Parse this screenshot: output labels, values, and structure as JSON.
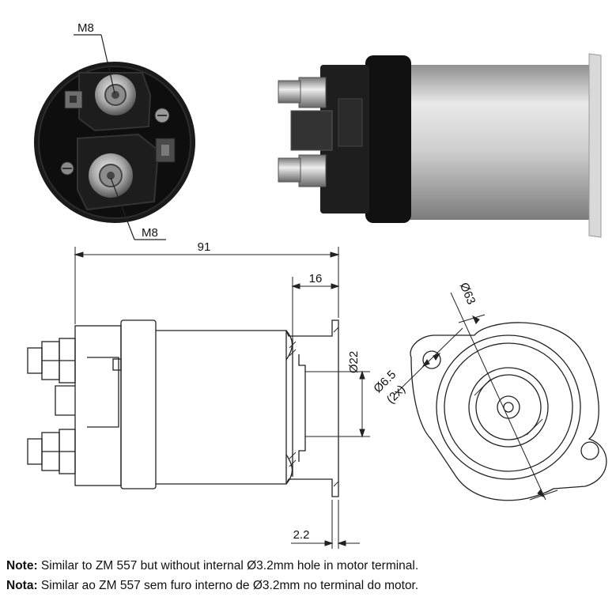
{
  "photo_labels": {
    "top_terminal": "M8",
    "bottom_terminal": "M8"
  },
  "dimensions": {
    "overall_length": "91",
    "flange_depth": "16",
    "bore_diameter": "Ø22",
    "flange_thickness": "2.2",
    "hole_diameter": "Ø6.5",
    "hole_count": "(2x)",
    "body_diameter": "Ø63"
  },
  "notes": [
    {
      "label": "Note:",
      "text": "Similar to ZM 557 but without internal Ø3.2mm hole in motor terminal."
    },
    {
      "label": "Nota:",
      "text": "Similar ao ZM 557 sem furo interno de Ø3.2mm no terminal do motor."
    }
  ],
  "colors": {
    "line": "#222222",
    "photo_dark": "#151515",
    "metal": "#c9c9c9"
  }
}
